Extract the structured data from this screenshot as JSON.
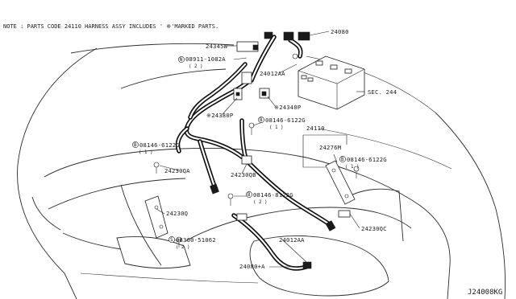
{
  "note": "NOTE : PARTS CODE 24110 HARNESS ASSY INCLUDES ' ※'MARKED PARTS.",
  "diagram_code": "J24008KG",
  "labels": {
    "p24080": "24080",
    "p24345w": "24345W",
    "p08911": "08911-1082A",
    "p08911_qty": "( 2 )",
    "p24012aa_top": "24012AA",
    "sec244": "SEC. 244",
    "p24340p": "※24340P",
    "p24380p": "※24380P",
    "p08146_a": "08146-6122G",
    "p08146_a_qty": "( 1 )",
    "p24110": "24110",
    "p24276m": "24276M",
    "p08146_left": "08146-6122G",
    "p08146_left_qty": "( 1 )",
    "p24230qa": "24230QA",
    "p24230qb": "24230QB",
    "p08146_right": "08146-6122G",
    "p08146_right_qty": "( 1 )",
    "p08146_8122": "08146-8122G",
    "p08146_8122_qty": "( 2 )",
    "p24230q": "24230Q",
    "p08360": "08360-51062",
    "p08360_qty": "( 2 )",
    "p24230qc": "24230QC",
    "p24012aa_bot": "24012AA",
    "p24080a": "24080+A",
    "prefix_b": "B",
    "prefix_n": "N",
    "prefix_s": "S"
  }
}
